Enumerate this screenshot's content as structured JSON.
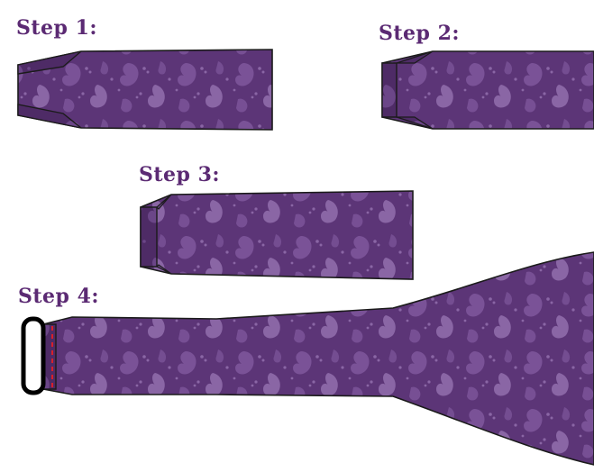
{
  "steps": [
    {
      "label": "Step 1:"
    },
    {
      "label": "Step 2:"
    },
    {
      "label": "Step 3:"
    },
    {
      "label": "Step 4:"
    }
  ],
  "colors": {
    "fabric": "#5c3577",
    "paisley": "#7a5297",
    "paisley_light": "#8a66a5",
    "outline": "#1b1b1b",
    "label": "#5b2a73",
    "stitch": "#d8202a",
    "loop": "#000000",
    "background": "#ffffff"
  },
  "pattern": "paisley",
  "icons": {
    "loop": "tie-loop-icon",
    "stitch": "stitch-line-icon"
  }
}
